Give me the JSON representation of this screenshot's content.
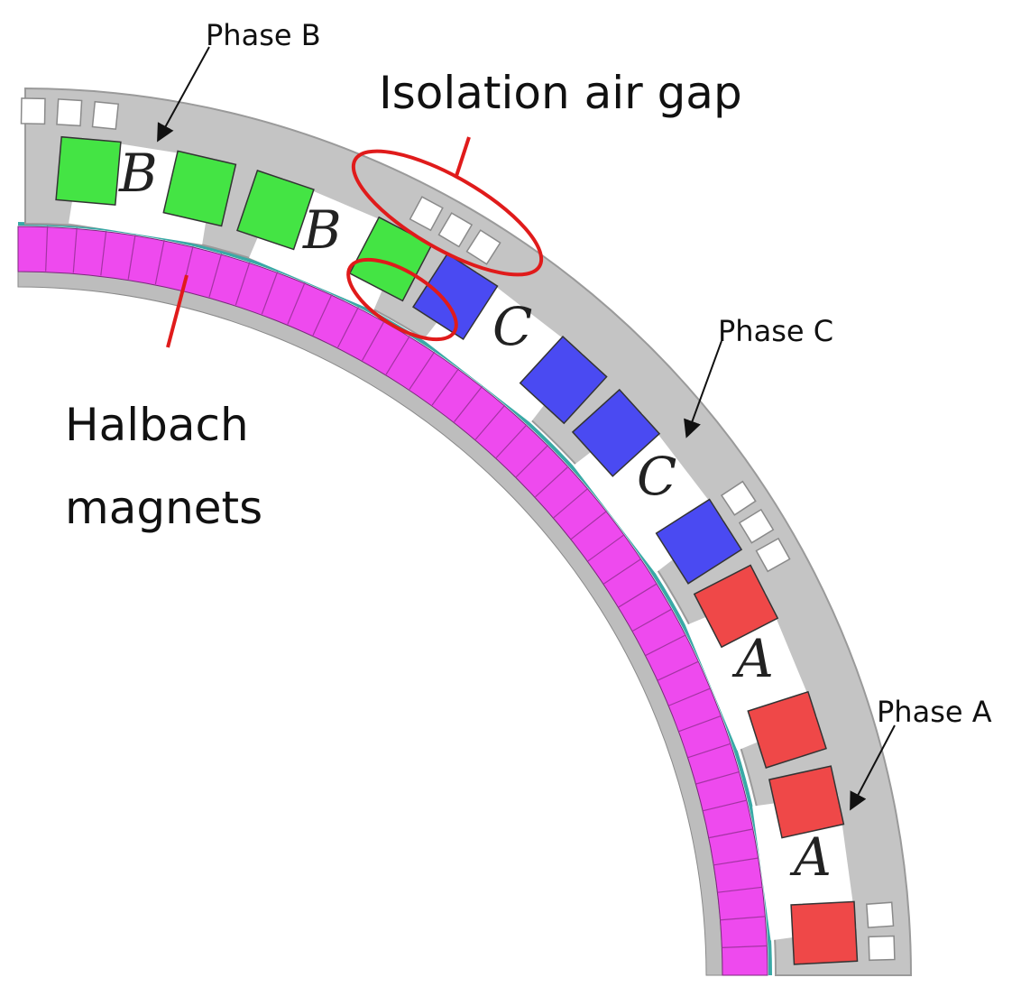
{
  "labels": {
    "isolation_air_gap": "Isolation air gap",
    "halbach_line1": "Halbach",
    "halbach_line2": "magnets",
    "phase_b": "Phase B",
    "phase_c": "Phase C",
    "phase_a": "Phase A"
  },
  "tooth_letters": {
    "b1": "B",
    "b2": "B",
    "c1": "C",
    "c2": "C",
    "a1": "A",
    "a2": "A"
  },
  "colors": {
    "phase_b_coil": "#44e444",
    "phase_c_coil": "#4a4af2",
    "phase_a_coil": "#ef4848",
    "magnet": "#ee4aee",
    "stator": "#c4c4c4",
    "rotor_shell": "#bdbdbd",
    "air_gap_line": "#39a9a6",
    "annotation_red": "#e01b1b"
  }
}
